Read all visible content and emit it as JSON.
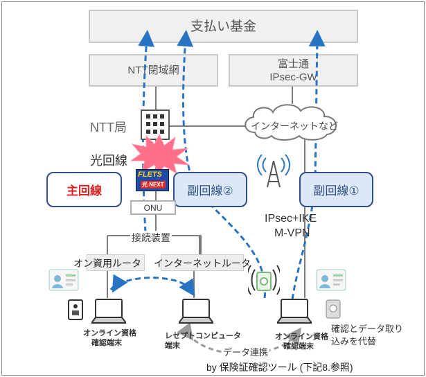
{
  "boxes": {
    "fund": "支払い基金",
    "ntt_closed": "NTT閉域網",
    "fujitsu_line1": "富士通",
    "fujitsu_line2": "IPsec-GW"
  },
  "labels": {
    "ntt_station": "NTT局",
    "internet": "インターネットなど",
    "optical_line": "光回線",
    "main_line": "主回線",
    "sub_line_2": "副回線②",
    "sub_line_1": "副回線①",
    "onu": "ONU",
    "connection_device": "接続装置",
    "ipsec_line1": "IPsec+IKE",
    "ipsec_line2": "M-VPN",
    "online_router": "オン資用ルータ",
    "internet_router": "インターネットルータ",
    "terminal_left_line1": "オンライン資格",
    "terminal_left_line2": "確認端末",
    "receipt_line1": "レセプトコンピュータ",
    "receipt_line2": "端末",
    "terminal_right_line1": "オンライン資格",
    "terminal_right_line2": "確認端末",
    "data_link": "データ連携",
    "confirm_line1": "確認とデータ取り",
    "confirm_line2": "込みを代替",
    "footer": "by 保険証確認ツール (下記8.参照)",
    "flets_logo": "FLETS",
    "flets_sub": "光 NEXT"
  },
  "colors": {
    "main_line_border": "#2f4f8a",
    "main_line_text": "#e02020",
    "sub_line_border": "#2f4f8a",
    "sub_line_text": "#2f4f8a",
    "sub_line_fill": "#dce8f6",
    "dashed_arrow": "#2874c2",
    "burst": "#ff6f8a"
  },
  "icons": [
    "building-icon",
    "cloud-icon",
    "antenna-icon",
    "burst-icon",
    "flets-logo",
    "laptop-icon",
    "card-reader-icon",
    "face-auth-icon",
    "id-card-icon"
  ]
}
